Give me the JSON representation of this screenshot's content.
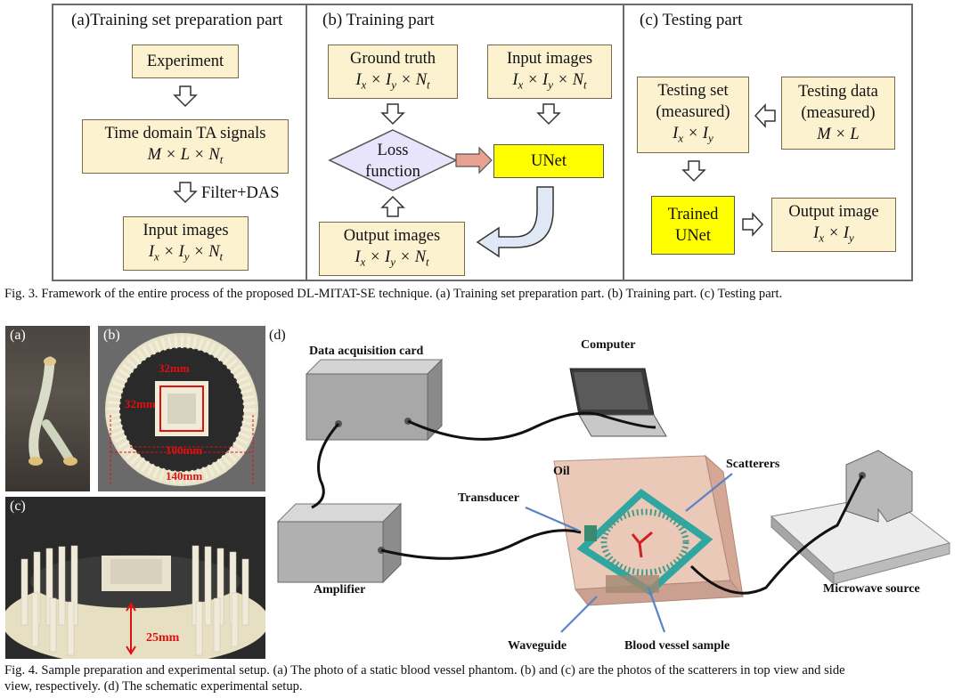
{
  "fig3": {
    "part_a": {
      "title": "(a)Training set preparation part",
      "experiment": "Experiment",
      "signals_label": "Time domain TA signals",
      "signals_dims": "M × L × N",
      "signals_sub": "t",
      "filter_label": "Filter+DAS",
      "input_label": "Input images",
      "input_dims_prefix": "I",
      "input_dims": "I × I × N"
    },
    "part_b": {
      "title": "(b) Training part",
      "ground_truth": "Ground truth",
      "input_images": "Input images",
      "loss_line1": "Loss",
      "loss_line2": "function",
      "unet": "UNet",
      "output_images": "Output images"
    },
    "part_c": {
      "title": "(c) Testing part",
      "testing_set_line1": "Testing set",
      "testing_set_line2": "(measured)",
      "testing_data_line1": "Testing data",
      "testing_data_line2": "(measured)",
      "testing_data_dims": "M × L",
      "trained_line1": "Trained",
      "trained_line2": "UNet",
      "output_image": "Output image"
    },
    "caption": "Fig. 3. Framework of the entire process of the proposed DL-MITAT-SE technique. (a) Training set preparation part. (b) Training part. (c) Testing part."
  },
  "fig4": {
    "panel_a_label": "(a)",
    "panel_b_label": "(b)",
    "panel_c_label": "(c)",
    "panel_d_label": "(d)",
    "b_dim_32_top": "32mm",
    "b_dim_32_left": "32mm",
    "b_dim_100": "100mm",
    "b_dim_140": "140mm",
    "c_dim_25": "25mm",
    "setup": {
      "data_card": "Data acquisition card",
      "computer": "Computer",
      "oil": "Oil",
      "scatterers": "Scatterers",
      "transducer": "Transducer",
      "amplifier": "Amplifier",
      "microwave_source": "Microwave source",
      "waveguide": "Waveguide",
      "blood_vessel": "Blood vessel sample"
    },
    "caption_line1": "Fig. 4. Sample preparation and experimental setup. (a) The photo of a static blood vessel phantom. (b) and (c) are the photos of the scatterers in top view and side",
    "caption_line2": "view, respectively. (d) The schematic experimental setup."
  },
  "colors": {
    "box_fill": "#fdf2d0",
    "unet_fill": "#ffff00",
    "loss_fill": "#e8e4fb",
    "arrow_fill": "#e8a090"
  }
}
